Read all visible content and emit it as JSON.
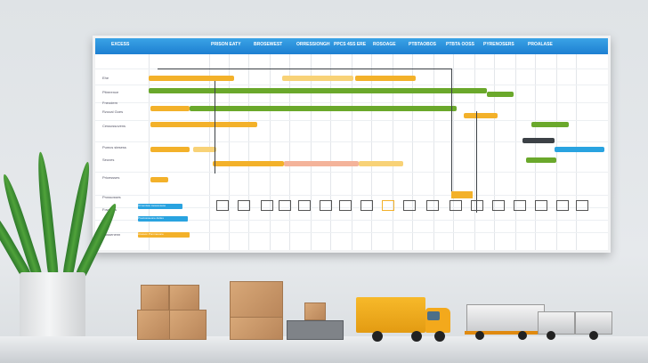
{
  "header": {
    "columns": [
      "EXCESS",
      "PRISON EATY",
      "BROSEWEST",
      "ORRESSIONGH",
      "PPCS 4SS ERE",
      "ROSOAGE",
      "PTBTAOBOS",
      "PTBTA OOSS",
      "PYRENOSERS",
      "PROALASE"
    ]
  },
  "rows": [
    {
      "label": "Ehe"
    },
    {
      "label": "Pitrerence"
    },
    {
      "label": "Fneodern"
    },
    {
      "label": "Rzooal Goes"
    },
    {
      "label": "Cessossovens"
    },
    {
      "label": "Pumcs stesess"
    },
    {
      "label": "Seuves"
    },
    {
      "label": "Pricessses"
    },
    {
      "label": "Prossosses"
    },
    {
      "label": "Fowaess"
    },
    {
      "label": "Cossenenn"
    }
  ],
  "tags": [
    "Armenisso Aesesosese",
    "Prestossseone dettes",
    "Aresson Pommeoone"
  ],
  "colors": {
    "header": "#1d7fd1",
    "orange": "#f3b12a",
    "green": "#6aa82b",
    "blue": "#29a3e0",
    "dark": "#3c4146"
  }
}
